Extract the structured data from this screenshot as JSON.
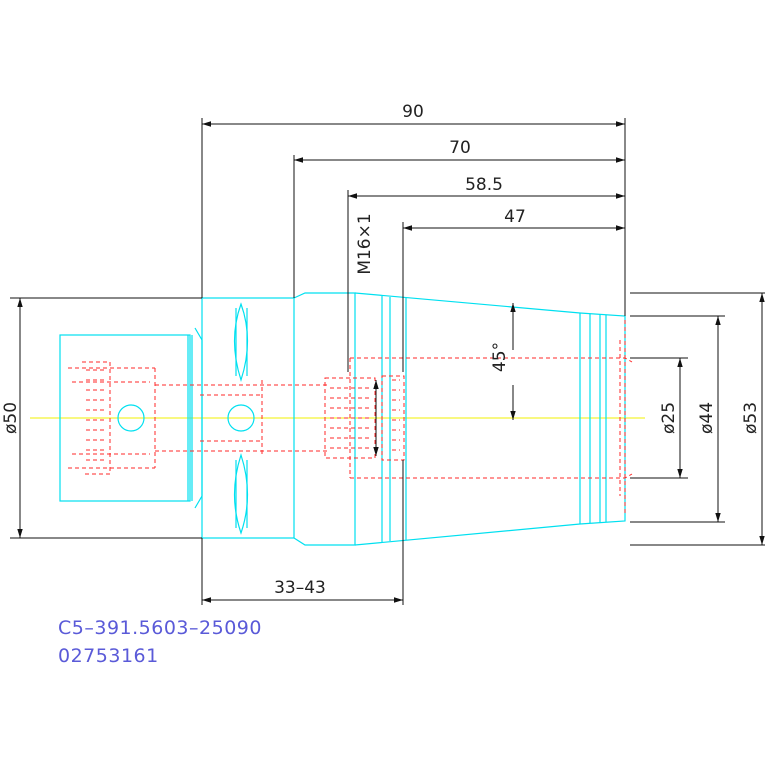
{
  "colors": {
    "outline": "#00e0f0",
    "hidden": "#ff2a2a",
    "dimension": "#111111",
    "centerline": "#f0f000",
    "code": "#5a5ad8"
  },
  "dimensions": {
    "len_90": "90",
    "len_70": "70",
    "len_58_5": "58.5",
    "len_47": "47",
    "thread": "M16×1",
    "angle": "45°",
    "dia_50": "ø50",
    "dia_25": "ø25",
    "dia_44": "ø44",
    "dia_53": "ø53",
    "range": "33–43"
  },
  "part": {
    "code_line_1": "C5–391.5603–25090",
    "code_line_2": "02753161"
  }
}
